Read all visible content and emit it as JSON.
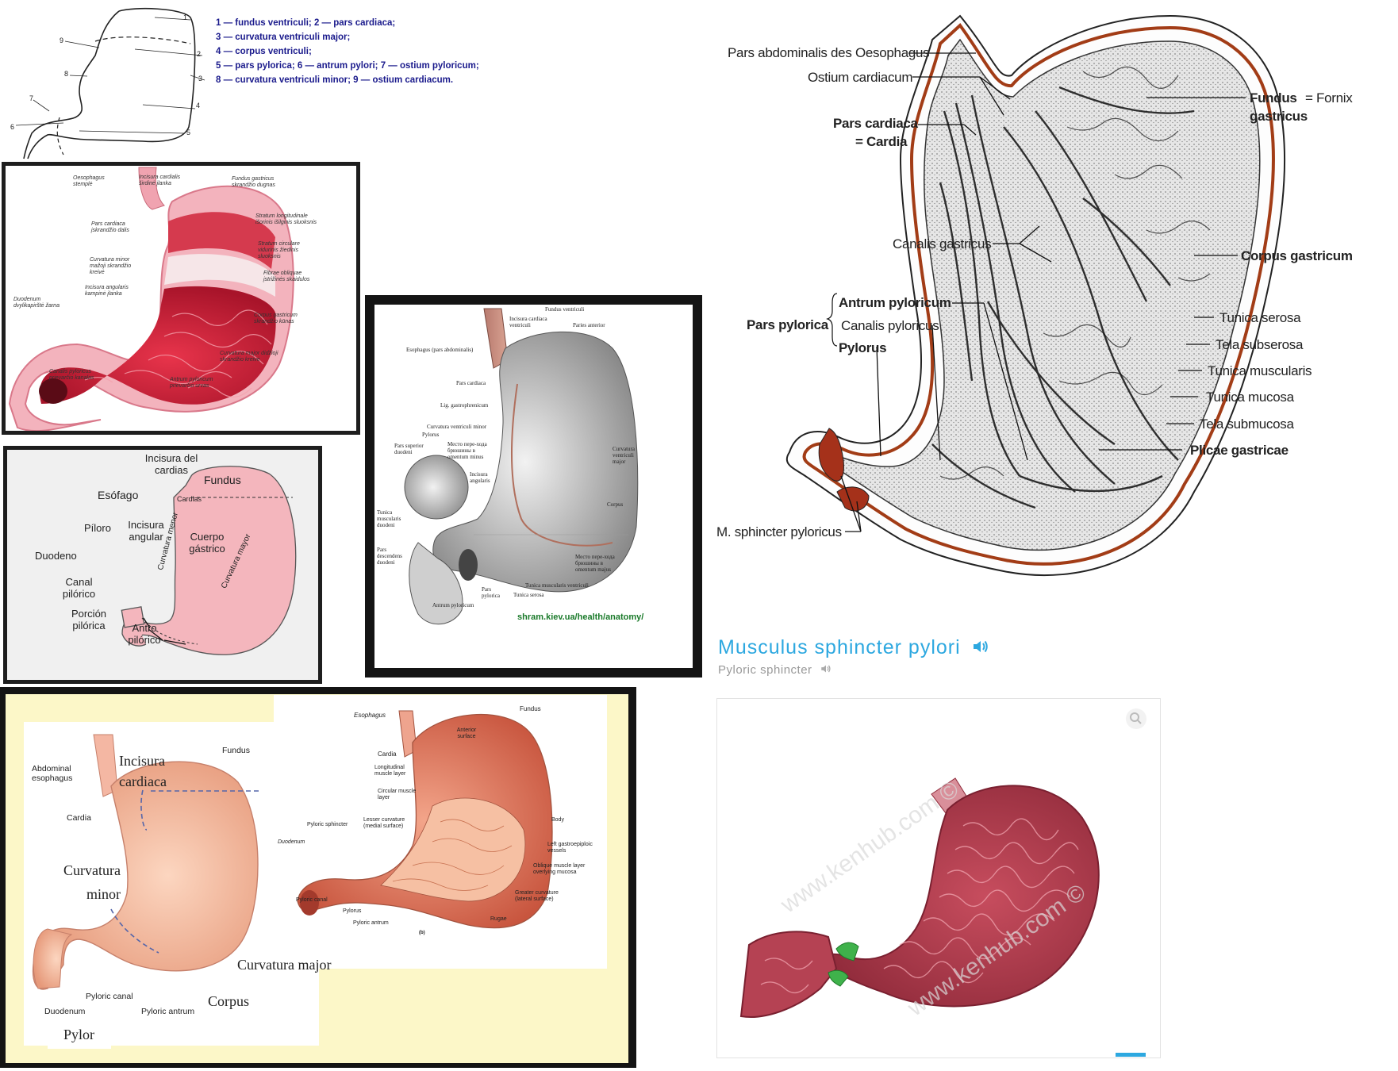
{
  "panel_a": {
    "numbers": [
      "1",
      "2",
      "3",
      "4",
      "5",
      "6",
      "7",
      "8",
      "9"
    ],
    "legend": [
      "1 — fundus ventriculi; 2 — pars  cardiaca;",
      " 3 — curvatura ventriculi major;",
      " 4 — corpus ventriculi;",
      "5 — pars pylorica; 6 — antrum pylori; 7 — ostium pyloricum;",
      "8 — curvatura ventriculi minor; 9 — ostium cardiacum."
    ]
  },
  "panel_b": {
    "labels": {
      "oesophagus": "Oesophagus stemplė",
      "incisura_cardialis": "Incisura cardialis širdinė įlanka",
      "fundus": "Fundus gastricus skrandžio dugnas",
      "stratum_long": "Stratum longitudinale išorinis išilginis sluoksnis",
      "pars_cardiaca": "Pars cardiaca įskrandžio dalis",
      "stratum_circ": "Stratum circulare vidurinis žiedinis sluoksnis",
      "curvatura_minor": "Curvatura minor mažoji skrandžio kreivė",
      "fibrae": "Fibrae obliquae įstrižinės skaidulos",
      "incisura_angularis": "Incisura angularis kampinė įlanka",
      "duodenum": "Duodenum dvylikapirštė žarna",
      "corpus": "Corpus gastricum skrandžio kūnas",
      "curvatura_major": "Curvatura major didžioji skrandžio kreivė",
      "canalis_pyloricus": "Canalis pyloricus prievarčio kanalas",
      "antrum": "Antrum pyloricum prievarčio urvas"
    }
  },
  "panel_c": {
    "incisura": "Incisura del cardias",
    "fundus": "Fundus",
    "esofago": "Esófago",
    "cardias": "Cardias",
    "piloro": "Píloro",
    "incisura_angular": "Incisura angular",
    "cuerpo": "Cuerpo gástrico",
    "duodeno": "Duodeno",
    "curv_menor": "Curvatura menor",
    "curv_mayor": "Curvatura mayor",
    "canal": "Canal pilórico",
    "porcion": "Porción pilórica",
    "antro": "Antro pilórico"
  },
  "panel_d": {
    "labels": {
      "fundus": "Fundus ventriculi",
      "incisura": "Incisura cardiaca ventriculi",
      "paries": "Paries anterior",
      "esoph": "Esophagus (pars abdominalis)",
      "pars_card": "Pars cardiaca",
      "lig": "Lig. gastrophrenicum",
      "curv_minor": "Curvatura ventriculi minor",
      "pylorus": "Pylorus",
      "pars_sup": "Pars superior duodeni",
      "mesto1": "Место пере-хода брюшины в omentum minus",
      "incisura_ang": "Incisura angularis",
      "curv_major": "Curvatura ventriculi major",
      "tunica_musc_duod": "Tunica muscularis duodeni",
      "corpus": "Corpus",
      "pars_desc": "Pars descendens duodeni",
      "mesto2": "Место пере-хода брюшины в omentum majus",
      "tunica_musc_vent": "Tunica muscularis ventriculi",
      "antrum": "Antrum pyloricum",
      "pars_pyl": "Pars pylorica",
      "tunica_serosa": "Tunica serosa"
    },
    "watermark": "shram.kiev.ua/health/anatomy/"
  },
  "panel_e": {
    "abd_esoph": "Abdominal esophagus",
    "incisura": "Incisura cardiaca",
    "fundus": "Fundus",
    "cardia": "Cardia",
    "curv_minor": "Curvatura minor",
    "curv_major": "Curvatura major",
    "corpus": "Corpus",
    "pyloric_canal": "Pyloric canal",
    "pyloric_antrum": "Pyloric antrum",
    "duodenum": "Duodenum",
    "pylor": "Pylor",
    "b_esophagus": "Esophagus",
    "b_fundus": "Fundus",
    "b_anterior": "Anterior surface",
    "b_cardia": "Cardia",
    "b_long": "Longitudinal muscle layer",
    "b_circ": "Circular muscle layer",
    "b_pyl_sph": "Pyloric sphincter",
    "b_lesser": "Lesser curvature (medial surface)",
    "b_body": "Body",
    "b_duodenum": "Duodenum",
    "b_left_gastro": "Left gastroepiploic vessels",
    "b_oblique": "Oblique muscle layer overlying mucosa",
    "b_pyl_canal": "Pyloric canal",
    "b_greater": "Greater curvature (lateral surface)",
    "b_pylorus": "Pylorus",
    "b_rugae": "Rugae",
    "b_pyl_antrum": "Pyloric antrum",
    "b_tag": "(b)"
  },
  "panel_f": {
    "pars_abd": "Pars abdominalis des Oesophagus",
    "ostium": "Ostium cardiacum",
    "pars_card": "Pars cardiaca",
    "cardia": "= Cardia",
    "fundus": "Fundus",
    "fornix": "= Fornix",
    "gastricus": "gastricus",
    "canalis": "Canalis gastricus",
    "corpus": "Corpus gastricum",
    "antrum": "Antrum pyloricum",
    "pars_pyl": "Pars pylorica",
    "canalis_pyl": "Canalis pyloricus",
    "pylorus": "Pylorus",
    "serosa": "Tunica serosa",
    "subserosa": "Tela subserosa",
    "muscularis": "Tunica muscularis",
    "mucosa": "Tunica mucosa",
    "submucosa": "Tela submucosa",
    "plicae": "Plicae gastricae",
    "sphincter": "M. sphincter pyloricus"
  },
  "kenhub": {
    "title": "Musculus sphincter pylori",
    "subtitle": "Pyloric sphincter",
    "watermark": "www.kenhub.com ©",
    "colors": {
      "accent": "#2da8e0",
      "sphincter": "#3fb24b",
      "mucosa": "#b23a4c"
    }
  }
}
